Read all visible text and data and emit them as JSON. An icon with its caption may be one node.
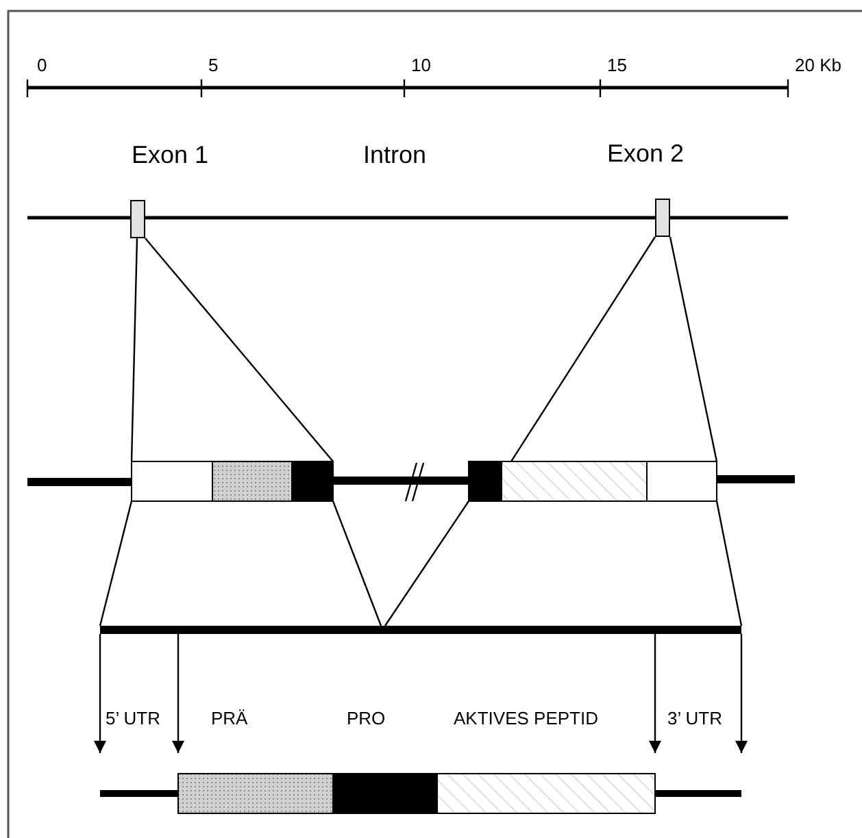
{
  "diagram": {
    "nodes": [
      {
        "text": [
          "Exon 1"
        ]
      },
      {
        "text": [
          "Exon 2"
        ]
      },
      {
        "text": [],
        "shape": "box"
      },
      {
        "text": [],
        "shape": "box"
      },
      {
        "text": [],
        "shape": "bar"
      },
      {
        "text": [],
        "shape": "box"
      }
    ],
    "edges": [
      {
        "from": 0,
        "to": 2,
        "arrow": "none"
      },
      {
        "from": 0,
        "to": 2,
        "arrow": "none"
      },
      {
        "from": 1,
        "to": 3,
        "arrow": "none"
      },
      {
        "from": 1,
        "to": 3,
        "arrow": "none"
      },
      {
        "from": 2,
        "to": 4,
        "arrow": "none"
      },
      {
        "from": 2,
        "to": 4,
        "arrow": "none"
      },
      {
        "from": 3,
        "to": 4,
        "arrow": "none"
      },
      {
        "from": 3,
        "to": 4,
        "arrow": "none"
      },
      {
        "from": 4,
        "to": 5,
        "arrow": "to"
      },
      {
        "from": 4,
        "to": 5,
        "arrow": "to"
      },
      {
        "from": 4,
        "to": 5,
        "arrow": "to"
      },
      {
        "from": 4,
        "to": 5,
        "arrow": "to"
      },
      {
        "from": 2,
        "to": 3,
        "arrow": "none",
        "style": "thick"
      }
    ],
    "labels": [
      "0",
      "5",
      "10",
      "15",
      "20 Kb",
      "Intron",
      "5’ UTR",
      "PRÄ",
      "PRO",
      "AKTIVES PEPTID",
      "3’ UTR"
    ]
  }
}
